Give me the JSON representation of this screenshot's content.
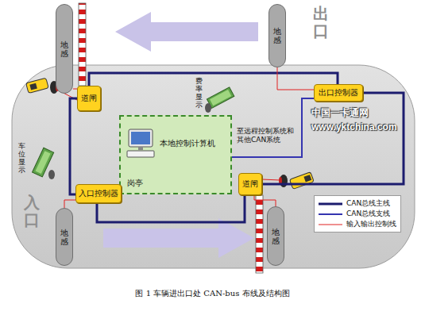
{
  "diagram": {
    "caption": "图 1 车辆进出口处 CAN-bus 布线及结构图",
    "nodes": [
      {
        "text": [
          "地感"
        ]
      },
      {
        "text": [
          "地感"
        ]
      },
      {
        "text": [
          "道闸"
        ]
      },
      {
        "text": [
          "出口控制器"
        ]
      },
      {
        "text": [
          "岗亭"
        ]
      },
      {
        "text": [
          "本地控制计算机"
        ],
        "in": 4
      },
      {
        "text": [
          "入口控制器"
        ]
      },
      {
        "text": [
          "道闸"
        ]
      },
      {
        "text": [
          "地感"
        ]
      },
      {
        "text": [
          "地感"
        ]
      }
    ],
    "edges": [
      {
        "from": 2,
        "to": 3,
        "arrow": "none"
      },
      {
        "from": 3,
        "to": 7,
        "arrow": "none"
      },
      {
        "from": 7,
        "to": 6,
        "arrow": "none"
      },
      {
        "from": 6,
        "to": 2,
        "arrow": "none"
      },
      {
        "from": 5,
        "to": 3,
        "arrow": "none"
      },
      {
        "from": 2,
        "to": 0,
        "arrow": "none"
      },
      {
        "from": 3,
        "to": 1,
        "arrow": "none"
      },
      {
        "from": 6,
        "to": 8,
        "arrow": "none"
      },
      {
        "from": 7,
        "to": 9,
        "arrow": "none"
      }
    ],
    "labels": [
      "出口",
      "入口",
      "费率显示",
      "车位显示",
      "中国一卡通网",
      "www.yktchina.com",
      "至远程控制系统和其他CAN系统"
    ],
    "legend": [
      {
        "text": "CAN总线主线"
      },
      {
        "text": "CAN总线支线"
      },
      {
        "text": "输入输出控制线"
      }
    ]
  }
}
